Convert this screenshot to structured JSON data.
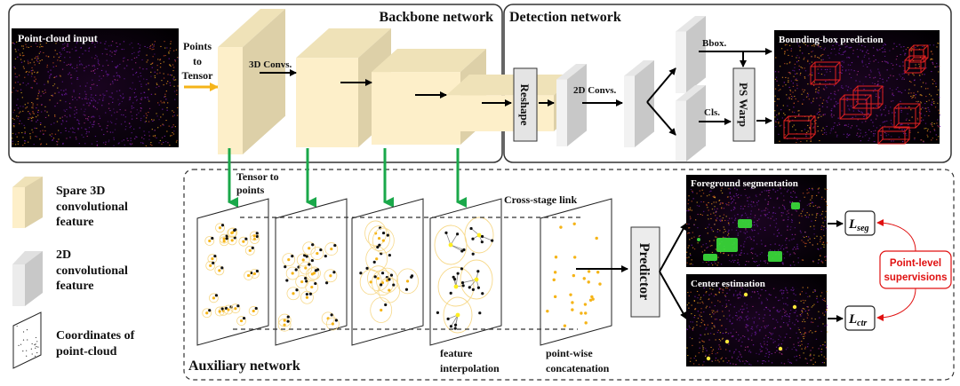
{
  "backbone": {
    "title": "Backbone network",
    "input_label": "Point-cloud input",
    "points_to_tensor": [
      "Points",
      "to",
      "Tensor"
    ],
    "convs_label": "3D Convs."
  },
  "detection": {
    "title": "Detection network",
    "reshape_label": "Reshape",
    "convs_label": "2D Convs.",
    "bbox_label": "Bbox.",
    "cls_label": "Cls.",
    "ps_warp_label": "PS Warp",
    "output_label": "Bounding-box prediction"
  },
  "auxiliary": {
    "title": "Auxiliary network",
    "tensor_to_points": [
      "Tensor to",
      "points"
    ],
    "cross_stage_label": "Cross-stage link",
    "feature_interp": [
      "feature",
      "interpolation"
    ],
    "pointwise_concat": [
      "point-wise",
      "concatenation"
    ],
    "predictor_label": "Predictor",
    "seg_image_label": "Foreground segmentation",
    "ctr_image_label": "Center estimation",
    "loss_seg": {
      "main": "L",
      "sub": "seg"
    },
    "loss_ctr": {
      "main": "L",
      "sub": "ctr"
    },
    "supervision_label": [
      "Point-level",
      "supervisions"
    ]
  },
  "legend": {
    "items": [
      {
        "lines": [
          "Spare 3D",
          "convolutional",
          "feature"
        ],
        "icon": "yellow-block-icon"
      },
      {
        "lines": [
          "2D",
          "convolutional",
          "feature"
        ],
        "icon": "gray-block-icon"
      },
      {
        "lines": [
          "Coordinates of",
          "point-cloud"
        ],
        "icon": "point-plane-icon"
      }
    ]
  },
  "colors": {
    "feature3d_front": "#fdefc9",
    "feature3d_side": "#ddd0a8",
    "feature2d_front": "#f2f2f2",
    "feature2d_side": "#c8c8c8",
    "green_arrow": "#1aa84a",
    "orange_arrow": "#f5b418",
    "supervision_red": "#e01010"
  }
}
